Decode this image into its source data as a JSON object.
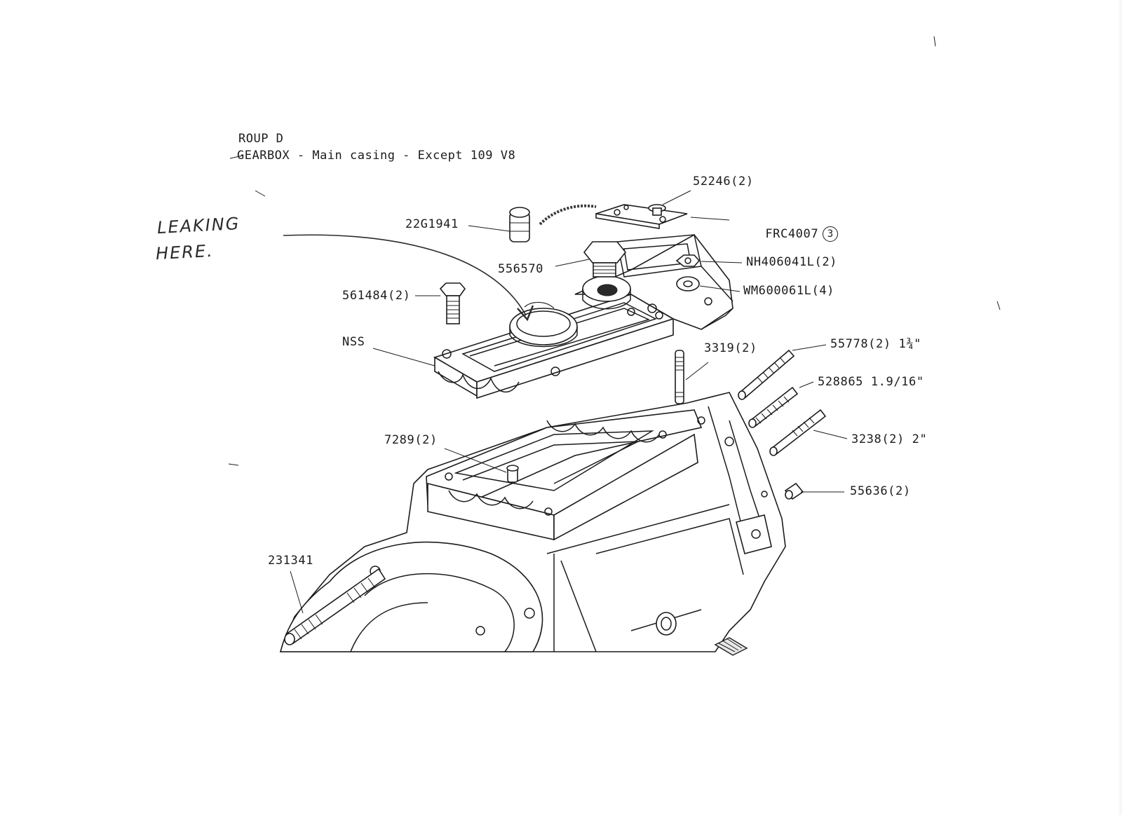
{
  "header": {
    "group": "ROUP D",
    "title": "GEARBOX - Main casing - Except 109 V8"
  },
  "annotation": {
    "line1": "LEAKING",
    "line2": "HERE."
  },
  "parts": {
    "p52246": "52246(2)",
    "pFRC4007": "FRC4007",
    "pFRC4007_qty": "3",
    "p22G1941": "22G1941",
    "p556570": "556570",
    "pNH406041L": "NH406041L(2)",
    "pWM600061L": "WM600061L(4)",
    "p561484": "561484(2)",
    "pNSS": "NSS",
    "p3319": "3319(2)",
    "p55778": "55778(2) 1¾\"",
    "p528865": "528865 1.9/16\"",
    "p3238": "3238(2) 2\"",
    "p7289": "7289(2)",
    "p55636": "55636(2)",
    "p231341": "231341"
  },
  "icons": {
    "diagram": "gearbox-exploded-diagram"
  }
}
